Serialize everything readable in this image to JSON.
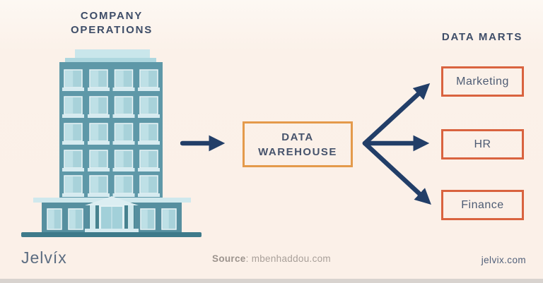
{
  "titles": {
    "company_operations": "COMPANY OPERATIONS",
    "data_marts": "DATA MARTS"
  },
  "warehouse": {
    "label": "DATA WAREHOUSE"
  },
  "marts": [
    {
      "label": "Marketing"
    },
    {
      "label": "HR"
    },
    {
      "label": "Finance"
    }
  ],
  "footer": {
    "logo": "Jelvíx",
    "source_label": "Source",
    "source_value": ": mbenhaddou.com",
    "website": "jelvix.com"
  },
  "colors": {
    "background": "#fbf0e8",
    "arrow_navy": "#223e68",
    "heading_navy": "#3e4d68",
    "warehouse_border_orange": "#e49a4b",
    "mart_border_vermilion": "#d9633f",
    "building_wall_teal": "#5e98a8",
    "building_light_blue": "#cfe8ed",
    "footer_gray": "#a89f99"
  }
}
